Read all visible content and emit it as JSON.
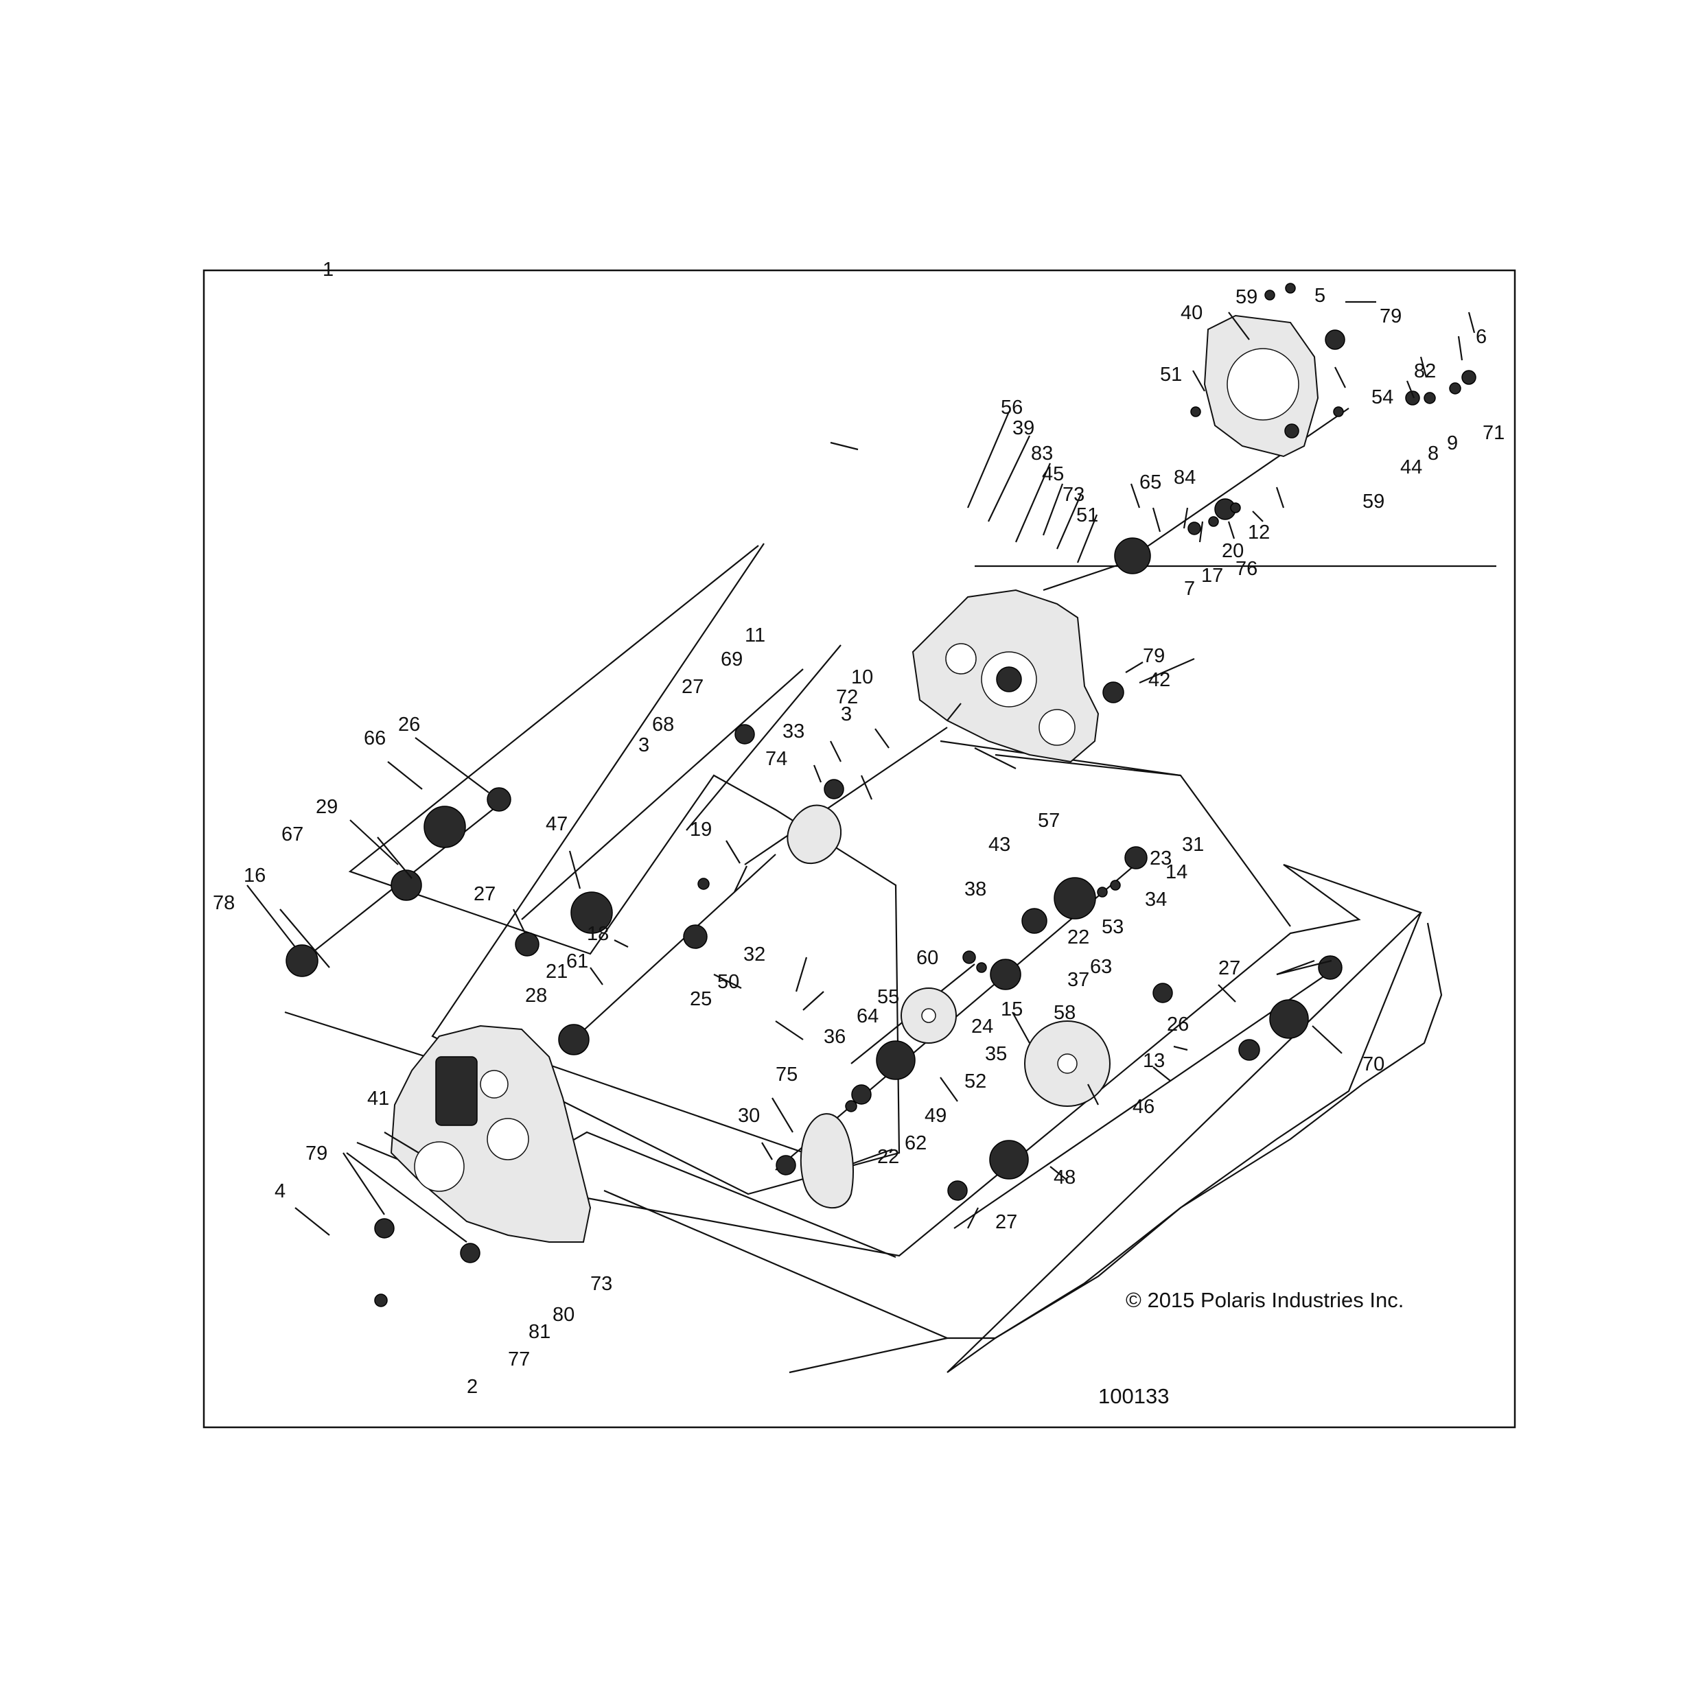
{
  "diagram": {
    "copyright": "© 2015 Polaris Industries Inc.",
    "figure_id": "100133",
    "callouts": [
      "1",
      "2",
      "3",
      "3",
      "4",
      "5",
      "6",
      "7",
      "8",
      "9",
      "10",
      "11",
      "12",
      "13",
      "14",
      "15",
      "16",
      "17",
      "18",
      "19",
      "20",
      "21",
      "22",
      "22",
      "23",
      "24",
      "25",
      "26",
      "26",
      "27",
      "27",
      "27",
      "27",
      "28",
      "29",
      "30",
      "31",
      "32",
      "33",
      "34",
      "35",
      "36",
      "37",
      "38",
      "39",
      "40",
      "41",
      "42",
      "43",
      "44",
      "45",
      "46",
      "47",
      "48",
      "49",
      "50",
      "51",
      "51",
      "52",
      "53",
      "54",
      "55",
      "56",
      "57",
      "58",
      "59",
      "59",
      "60",
      "61",
      "62",
      "63",
      "64",
      "65",
      "66",
      "67",
      "68",
      "69",
      "70",
      "71",
      "72",
      "73",
      "73",
      "74",
      "75",
      "76",
      "77",
      "78",
      "79",
      "79",
      "79",
      "80",
      "81",
      "82",
      "83",
      "84"
    ]
  }
}
